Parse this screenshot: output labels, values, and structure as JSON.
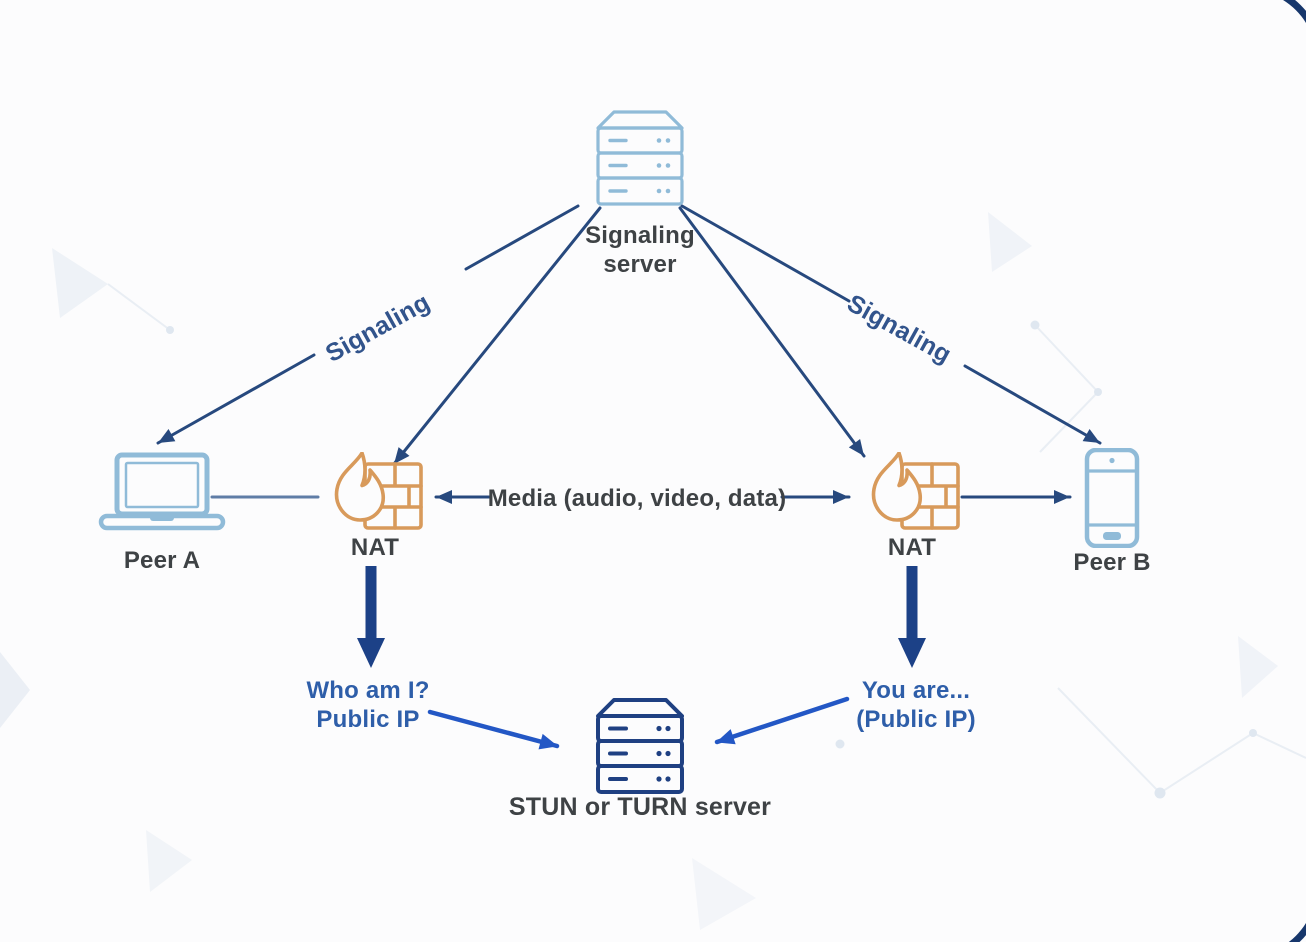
{
  "colors": {
    "bg": "#fcfcfd",
    "frame_navy": "#17376c",
    "navy": "#27497e",
    "thick_navy": "#1c4187",
    "bright_blue": "#2357c5",
    "light_blue": "#90bbd8",
    "orange": "#d89a5b",
    "stun_navy": "#1f4082",
    "text_dark": "#3e4245",
    "text_blue": "#2e5ea9",
    "sig_blue": "#32548c",
    "plain_line": "#5f7da6"
  },
  "nodes": {
    "signaling_server": {
      "icon": "server-icon",
      "label_line1": "Signaling",
      "label_line2": "server"
    },
    "peer_a": {
      "icon": "laptop-icon",
      "label": "Peer A"
    },
    "nat_left": {
      "icon": "firewall-icon",
      "label": "NAT"
    },
    "nat_right": {
      "icon": "firewall-icon",
      "label": "NAT"
    },
    "peer_b": {
      "icon": "smartphone-icon",
      "label": "Peer B"
    },
    "stun_server": {
      "icon": "server-icon",
      "label": "STUN or TURN server"
    }
  },
  "edges": {
    "signaling_to_peer_a": {
      "label": "Signaling"
    },
    "signaling_to_peer_b": {
      "label": "Signaling"
    },
    "media": {
      "label": "Media (audio, video, data)"
    },
    "nat_left_query": {
      "line1": "Who am I?",
      "line2": "Public IP"
    },
    "nat_right_response": {
      "line1": "You are...",
      "line2": "(Public IP)"
    }
  }
}
